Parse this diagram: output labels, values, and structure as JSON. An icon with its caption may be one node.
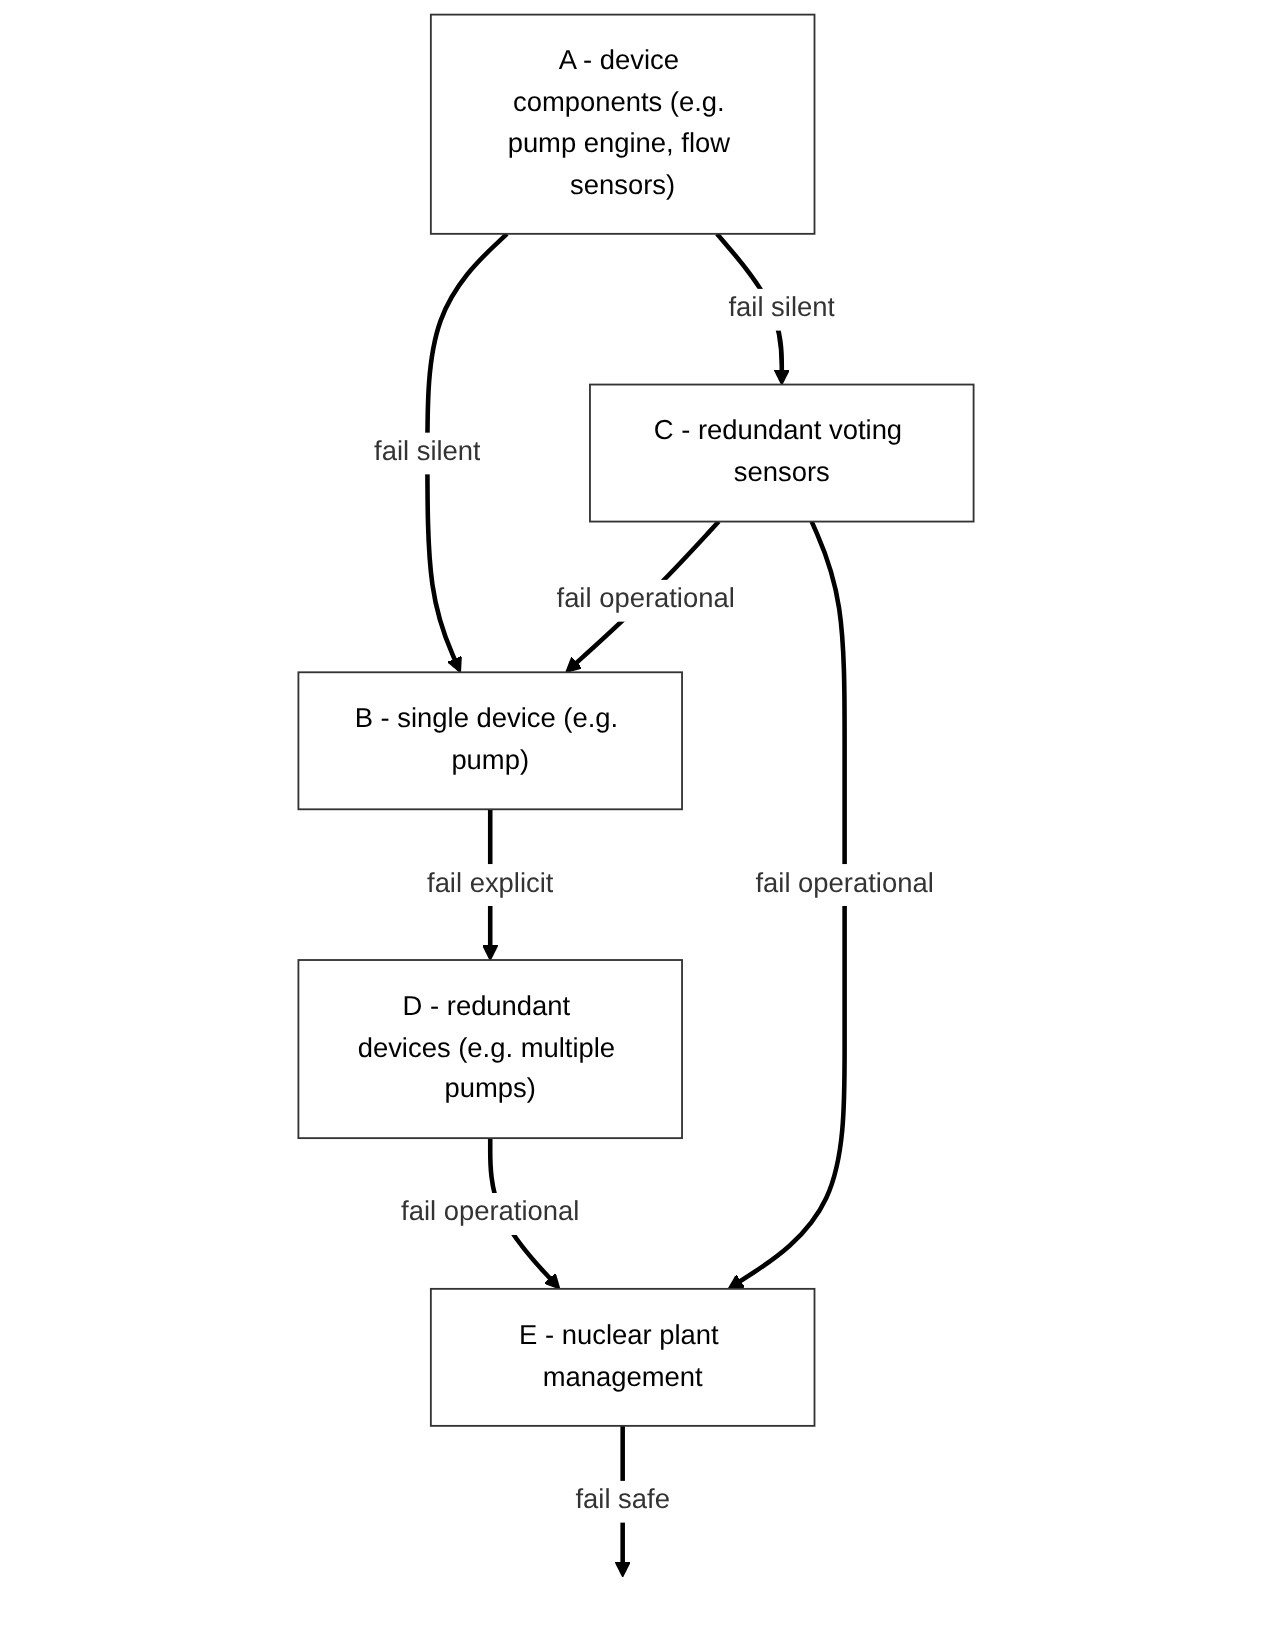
{
  "diagram": {
    "nodes": [
      {
        "text": [
          "A - device components (e.g. pump engine, flow sensors)"
        ]
      },
      {
        "text": [
          "B - single device (e.g. pump)"
        ]
      },
      {
        "text": [
          "C - redundant voting sensors"
        ]
      },
      {
        "text": [
          "D - redundant devices (e.g. multiple pumps)"
        ]
      },
      {
        "text": [
          "E - nuclear plant management"
        ]
      }
    ],
    "edges": [
      {
        "from": 0,
        "to": 1,
        "arrow": "to",
        "label": "fail silent"
      },
      {
        "from": 0,
        "to": 2,
        "arrow": "to",
        "label": "fail silent"
      },
      {
        "from": 2,
        "to": 1,
        "arrow": "to",
        "label": "fail operational"
      },
      {
        "from": 1,
        "to": 3,
        "arrow": "to",
        "label": "fail explicit"
      },
      {
        "from": 2,
        "to": 4,
        "arrow": "to",
        "label": "fail operational"
      },
      {
        "from": 3,
        "to": 4,
        "arrow": "to",
        "label": "fail operational"
      },
      {
        "from": 4,
        "to": null,
        "arrow": "to",
        "label": "fail safe"
      }
    ]
  }
}
